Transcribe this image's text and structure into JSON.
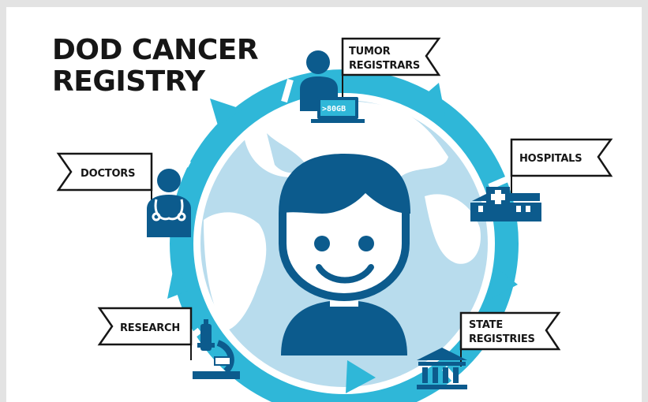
{
  "title": {
    "line1": "DOD CANCER",
    "line2": "REGISTRY"
  },
  "nodes": {
    "tumor_registrars": {
      "line1": "TUMOR",
      "line2": "REGISTRARS",
      "badge": ">80GB",
      "icon": "laptop-person-icon"
    },
    "hospitals": {
      "label": "HOSPITALS",
      "icon": "hospital-icon"
    },
    "state_registries": {
      "line1": "STATE",
      "line2": "REGISTRIES",
      "icon": "government-building-icon"
    },
    "research": {
      "label": "RESEARCH",
      "icon": "microscope-icon"
    },
    "doctors": {
      "label": "DOCTORS",
      "icon": "doctor-stethoscope-icon"
    }
  },
  "center": {
    "icon": "patient-face-icon"
  },
  "colors": {
    "ring": "#2fb7d8",
    "navy": "#0c5b8d",
    "globe": "#b8dced",
    "land": "#ffffff",
    "text": "#161616"
  }
}
